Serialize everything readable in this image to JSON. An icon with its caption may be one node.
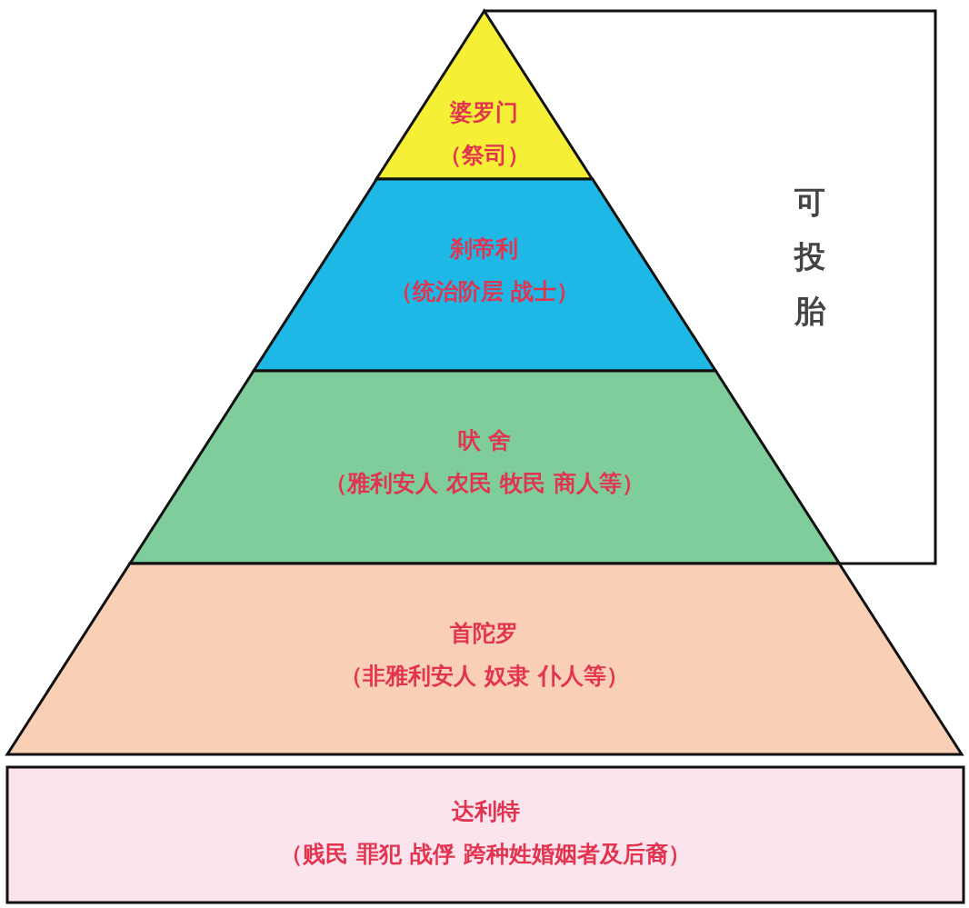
{
  "diagram": {
    "nodes": [
      {
        "text": [
          "婆罗门",
          "（祭司）"
        ]
      },
      {
        "text": [
          "刹帝利",
          "（统治阶层 战士）"
        ]
      },
      {
        "text": [
          "吠 舍",
          "（雅利安人 农民 牧民 商人等）"
        ]
      },
      {
        "text": [
          "首陀罗",
          "（非雅利安人 奴隶 仆人等）"
        ]
      },
      {
        "text": [
          "达利特",
          "（贱民 罪犯 战俘 跨种姓婚姻者及后裔）"
        ]
      },
      {
        "text": [
          "可投胎"
        ]
      }
    ]
  }
}
